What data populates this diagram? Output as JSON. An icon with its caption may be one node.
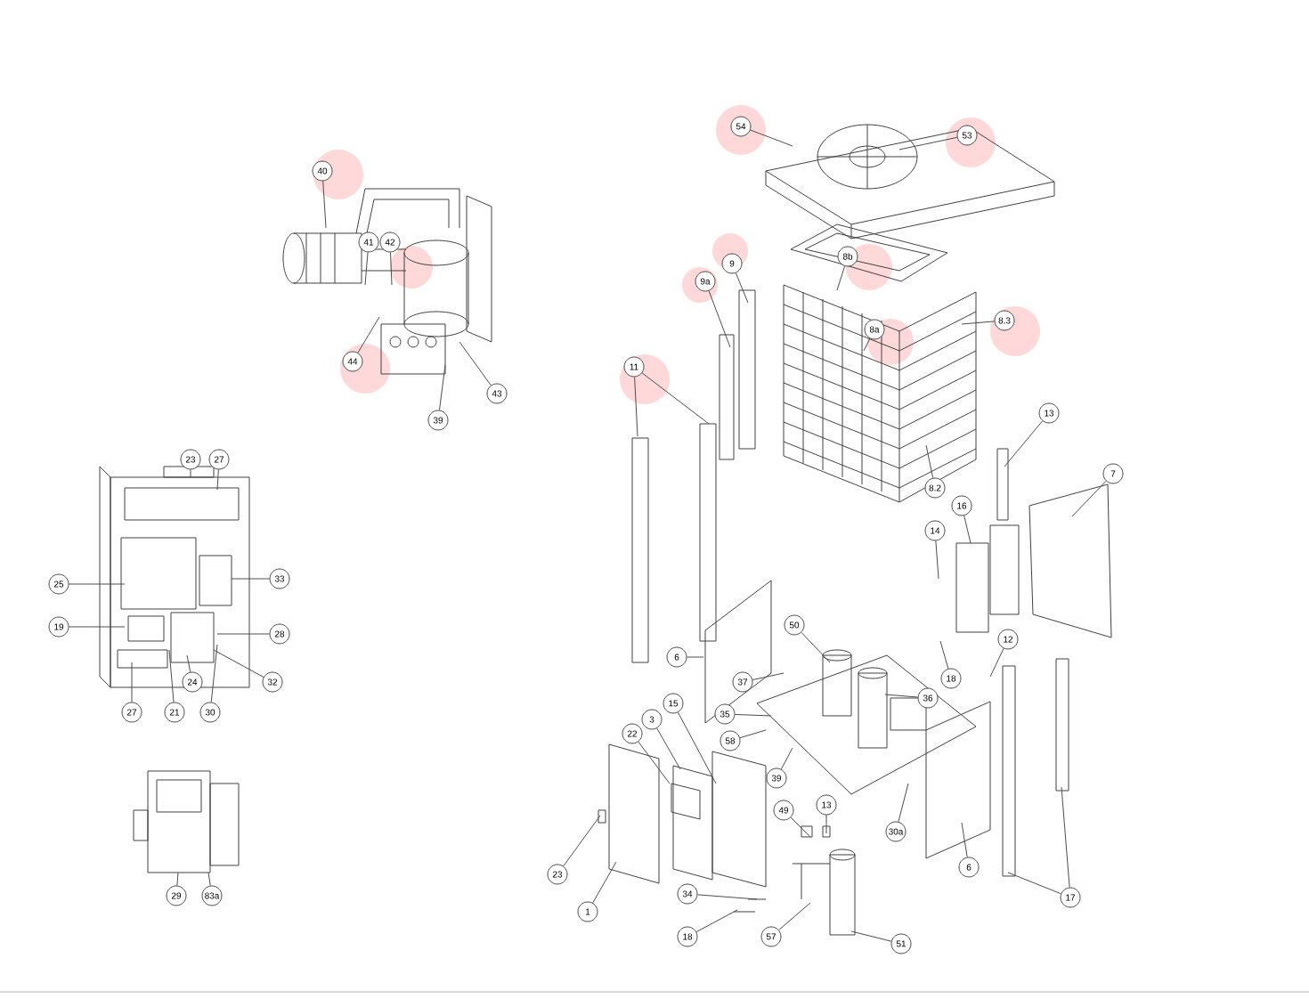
{
  "diagram": {
    "nodes": [
      {
        "text": [
          "40"
        ]
      },
      {
        "text": [
          "41"
        ]
      },
      {
        "text": [
          "42"
        ]
      },
      {
        "text": [
          "44"
        ]
      },
      {
        "text": [
          "43"
        ]
      },
      {
        "text": [
          "39"
        ]
      },
      {
        "text": [
          "23"
        ]
      },
      {
        "text": [
          "27"
        ]
      },
      {
        "text": [
          "25"
        ]
      },
      {
        "text": [
          "33"
        ]
      },
      {
        "text": [
          "19"
        ]
      },
      {
        "text": [
          "28"
        ]
      },
      {
        "text": [
          "32"
        ]
      },
      {
        "text": [
          "24"
        ]
      },
      {
        "text": [
          "27"
        ]
      },
      {
        "text": [
          "21"
        ]
      },
      {
        "text": [
          "30"
        ]
      },
      {
        "text": [
          "29"
        ]
      },
      {
        "text": [
          "83a"
        ]
      },
      {
        "text": [
          "54"
        ]
      },
      {
        "text": [
          "53"
        ]
      },
      {
        "text": [
          "9a"
        ]
      },
      {
        "text": [
          "9"
        ]
      },
      {
        "text": [
          "8b"
        ]
      },
      {
        "text": [
          "8a"
        ]
      },
      {
        "text": [
          "8.3"
        ]
      },
      {
        "text": [
          "11"
        ]
      },
      {
        "text": [
          "8.2"
        ]
      },
      {
        "text": [
          "13"
        ]
      },
      {
        "text": [
          "7"
        ]
      },
      {
        "text": [
          "16"
        ]
      },
      {
        "text": [
          "14"
        ]
      },
      {
        "text": [
          "6"
        ]
      },
      {
        "text": [
          "18"
        ]
      },
      {
        "text": [
          "12"
        ]
      },
      {
        "text": [
          "50"
        ]
      },
      {
        "text": [
          "37"
        ]
      },
      {
        "text": [
          "35"
        ]
      },
      {
        "text": [
          "36"
        ]
      },
      {
        "text": [
          "15"
        ]
      },
      {
        "text": [
          "3"
        ]
      },
      {
        "text": [
          "58"
        ]
      },
      {
        "text": [
          "22"
        ]
      },
      {
        "text": [
          "39"
        ]
      },
      {
        "text": [
          "13"
        ]
      },
      {
        "text": [
          "49"
        ]
      },
      {
        "text": [
          "30a"
        ]
      },
      {
        "text": [
          "6"
        ]
      },
      {
        "text": [
          "23"
        ]
      },
      {
        "text": [
          "1"
        ]
      },
      {
        "text": [
          "34"
        ]
      },
      {
        "text": [
          "17"
        ]
      },
      {
        "text": [
          "18"
        ]
      },
      {
        "text": [
          "57"
        ]
      },
      {
        "text": [
          "51"
        ]
      }
    ],
    "edges": [
      {
        "from": 0,
        "to": null,
        "arrow": "none"
      },
      {
        "from": 1,
        "to": null,
        "arrow": "none"
      },
      {
        "from": 2,
        "to": null,
        "arrow": "none"
      },
      {
        "from": 3,
        "to": null,
        "arrow": "none"
      },
      {
        "from": 4,
        "to": null,
        "arrow": "none"
      },
      {
        "from": 5,
        "to": null,
        "arrow": "none"
      },
      {
        "from": 6,
        "to": null,
        "arrow": "none"
      },
      {
        "from": 7,
        "to": null,
        "arrow": "none"
      },
      {
        "from": 8,
        "to": null,
        "arrow": "none"
      },
      {
        "from": 9,
        "to": null,
        "arrow": "none"
      },
      {
        "from": 10,
        "to": null,
        "arrow": "none"
      },
      {
        "from": 11,
        "to": null,
        "arrow": "none"
      },
      {
        "from": 12,
        "to": null,
        "arrow": "none"
      },
      {
        "from": 13,
        "to": null,
        "arrow": "none"
      },
      {
        "from": 14,
        "to": null,
        "arrow": "none"
      },
      {
        "from": 15,
        "to": null,
        "arrow": "none"
      },
      {
        "from": 16,
        "to": null,
        "arrow": "none"
      },
      {
        "from": 17,
        "to": null,
        "arrow": "none"
      },
      {
        "from": 18,
        "to": null,
        "arrow": "none"
      },
      {
        "from": 19,
        "to": null,
        "arrow": "none"
      },
      {
        "from": 20,
        "to": null,
        "arrow": "none"
      },
      {
        "from": 21,
        "to": null,
        "arrow": "none"
      },
      {
        "from": 22,
        "to": null,
        "arrow": "none"
      },
      {
        "from": 23,
        "to": null,
        "arrow": "none"
      },
      {
        "from": 24,
        "to": null,
        "arrow": "none"
      },
      {
        "from": 25,
        "to": null,
        "arrow": "none"
      },
      {
        "from": 26,
        "to": null,
        "arrow": "none"
      },
      {
        "from": 26,
        "to": null,
        "arrow": "none"
      },
      {
        "from": 27,
        "to": null,
        "arrow": "none"
      },
      {
        "from": 28,
        "to": null,
        "arrow": "none"
      },
      {
        "from": 29,
        "to": null,
        "arrow": "none"
      },
      {
        "from": 30,
        "to": null,
        "arrow": "none"
      },
      {
        "from": 31,
        "to": null,
        "arrow": "none"
      },
      {
        "from": 32,
        "to": null,
        "arrow": "none"
      },
      {
        "from": 33,
        "to": null,
        "arrow": "none"
      },
      {
        "from": 34,
        "to": null,
        "arrow": "none"
      },
      {
        "from": 35,
        "to": null,
        "arrow": "none"
      },
      {
        "from": 36,
        "to": null,
        "arrow": "none"
      },
      {
        "from": 37,
        "to": null,
        "arrow": "none"
      },
      {
        "from": 38,
        "to": null,
        "arrow": "none"
      },
      {
        "from": 39,
        "to": null,
        "arrow": "none"
      },
      {
        "from": 40,
        "to": null,
        "arrow": "none"
      },
      {
        "from": 41,
        "to": null,
        "arrow": "none"
      },
      {
        "from": 42,
        "to": null,
        "arrow": "none"
      },
      {
        "from": 43,
        "to": null,
        "arrow": "none"
      },
      {
        "from": 44,
        "to": null,
        "arrow": "none"
      },
      {
        "from": 45,
        "to": null,
        "arrow": "none"
      },
      {
        "from": 46,
        "to": null,
        "arrow": "none"
      },
      {
        "from": 47,
        "to": null,
        "arrow": "none"
      },
      {
        "from": 48,
        "to": null,
        "arrow": "none"
      },
      {
        "from": 49,
        "to": null,
        "arrow": "none"
      },
      {
        "from": 50,
        "to": null,
        "arrow": "none"
      },
      {
        "from": 51,
        "to": null,
        "arrow": "none"
      },
      {
        "from": 51,
        "to": null,
        "arrow": "none"
      },
      {
        "from": 52,
        "to": null,
        "arrow": "none"
      },
      {
        "from": 53,
        "to": null,
        "arrow": "none"
      },
      {
        "from": 54,
        "to": null,
        "arrow": "none"
      }
    ]
  }
}
